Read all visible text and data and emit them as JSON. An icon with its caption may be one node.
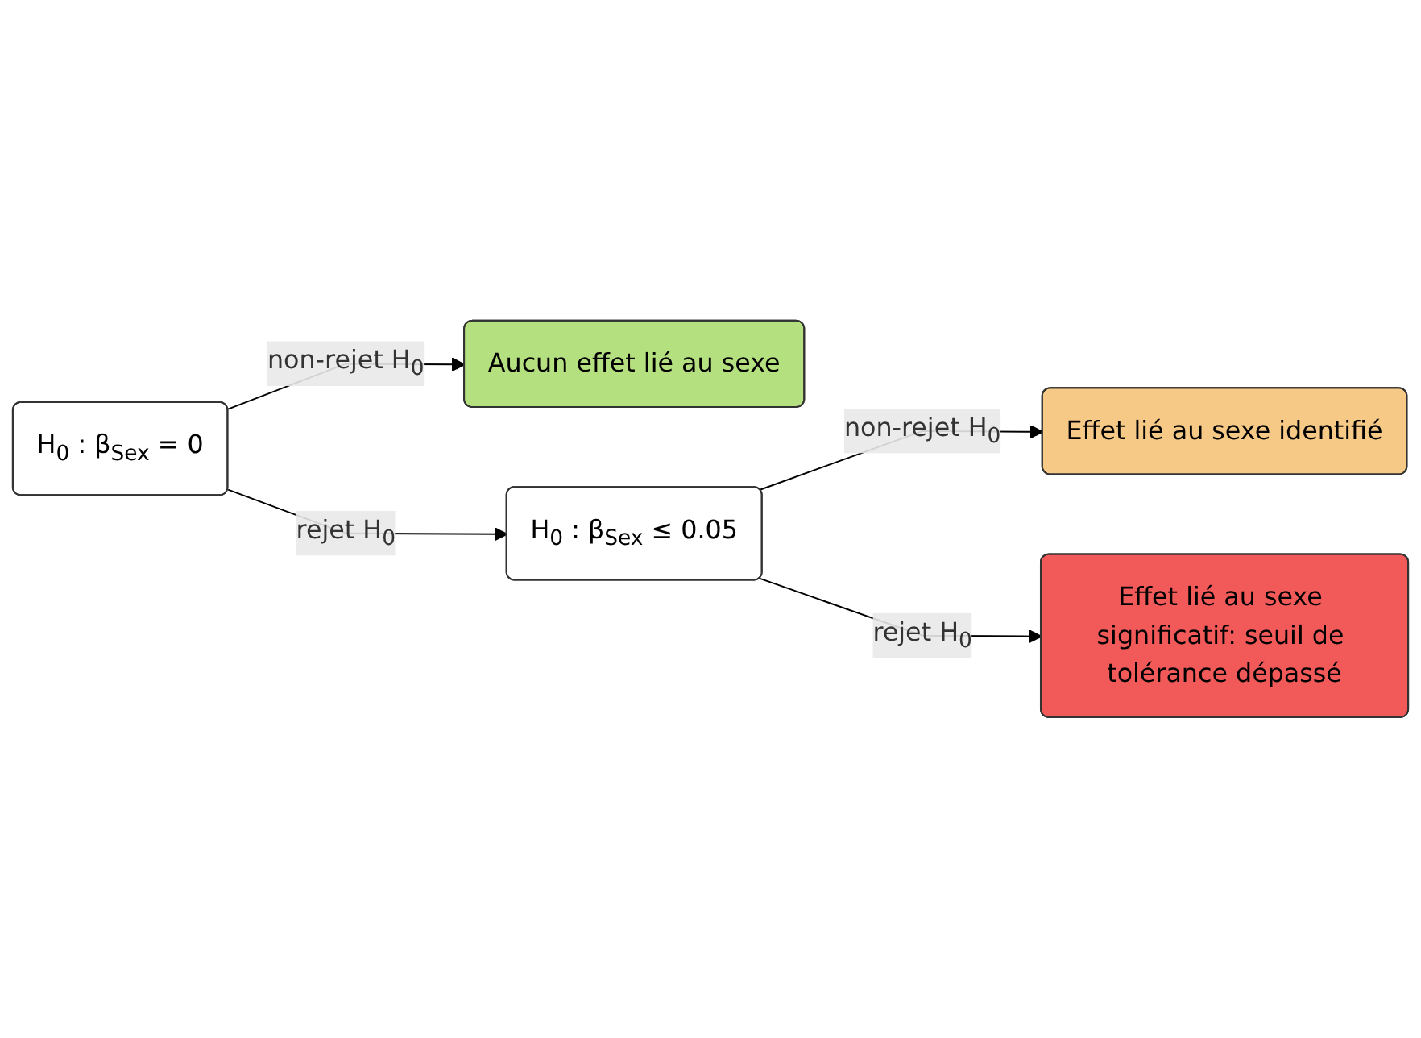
{
  "diagram": {
    "nodes": [
      {
        "text": [
          "H$_{0}$ : β$_{Sex}$ = 0"
        ]
      },
      {
        "text": [
          "Aucun effet lié au sexe"
        ]
      },
      {
        "text": [
          "Effet lié au sexe identifié"
        ]
      },
      {
        "text": [
          "H$_{0}$ : β$_{Sex}$ ≤ 0.05"
        ]
      },
      {
        "text": [
          "Effet lié au sexe significatif: seuil de tolérance dépassé"
        ]
      }
    ],
    "edges": [
      {
        "from": 0,
        "to": 1,
        "arrow": "to",
        "label": "non-rejet H$_{0}$"
      },
      {
        "from": 0,
        "to": 3,
        "arrow": "to",
        "label": "rejet H$_{0}$"
      },
      {
        "from": 3,
        "to": 2,
        "arrow": "to",
        "label": "non-rejet H$_{0}$"
      },
      {
        "from": 3,
        "to": 4,
        "arrow": "to",
        "label": "rejet H$_{0}$"
      }
    ]
  }
}
